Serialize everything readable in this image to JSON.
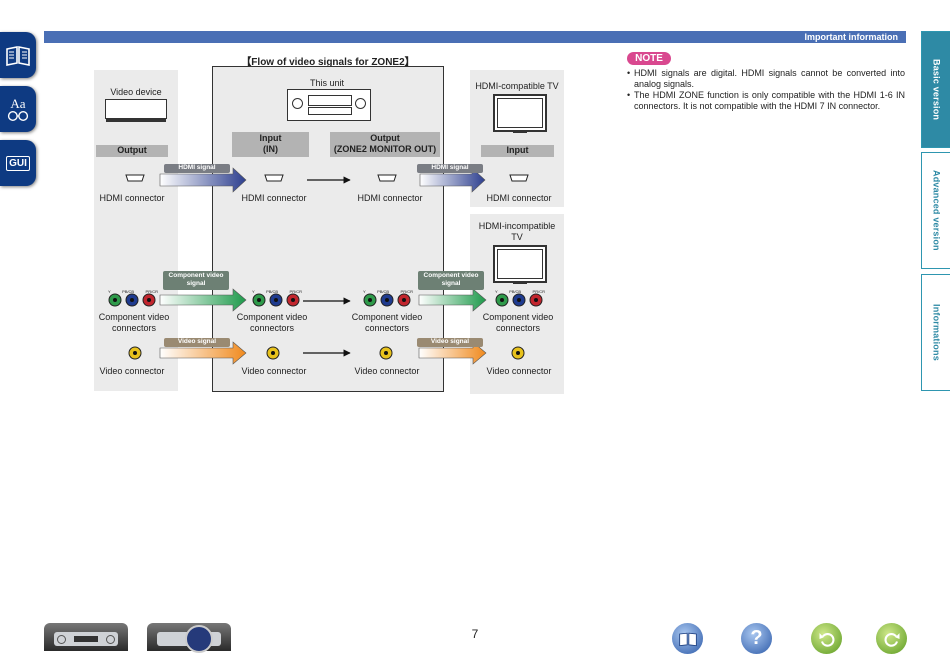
{
  "header": {
    "section": "Important information"
  },
  "side_tabs": [
    {
      "label": "Basic version",
      "active": true
    },
    {
      "label": "Advanced version",
      "active": false
    },
    {
      "label": "Informations",
      "active": false
    }
  ],
  "left_icons": [
    {
      "icon": "book-icon"
    },
    {
      "icon": "font-icon",
      "text": "Aa"
    },
    {
      "icon": "gui-icon",
      "text": "GUI"
    }
  ],
  "diagram": {
    "title": "【Flow of video signals for ZONE2】",
    "this_unit": "This unit",
    "video_device": "Video device",
    "hdmi_tv": "HDMI-compatible TV",
    "hdmi_incompatible_tv_line1": "HDMI-incompatible",
    "hdmi_incompatible_tv_line2": "TV",
    "output": "Output",
    "input_tv": "Input",
    "unit_input_line1": "Input",
    "unit_input_line2": "(IN)",
    "unit_output_line1": "Output",
    "unit_output_line2": "(ZONE2 MONITOR OUT)",
    "hdmi_signal": "HDMI signal",
    "component_signal_line1": "Component video",
    "component_signal_line2": "signal",
    "video_signal": "Video signal",
    "hdmi_connector": "HDMI connector",
    "component_line1": "Component video",
    "component_line2": "connectors",
    "video_connector": "Video connector",
    "jack_labels": [
      "Y",
      "PB/CB",
      "PR/CR"
    ]
  },
  "note": {
    "badge": "NOTE",
    "items": [
      "HDMI signals are digital. HDMI signals cannot be converted into analog signals.",
      "The HDMI ZONE function is only compatible with the HDMI 1-6 IN connectors. It is not compatible with the HDMI 7 IN connector."
    ]
  },
  "footer": {
    "page_number": "7"
  },
  "colors": {
    "accent": "#4a6fb5",
    "note": "#d9488f",
    "tab": "#2e8aa5",
    "nav_dark": "#0e3a82"
  }
}
